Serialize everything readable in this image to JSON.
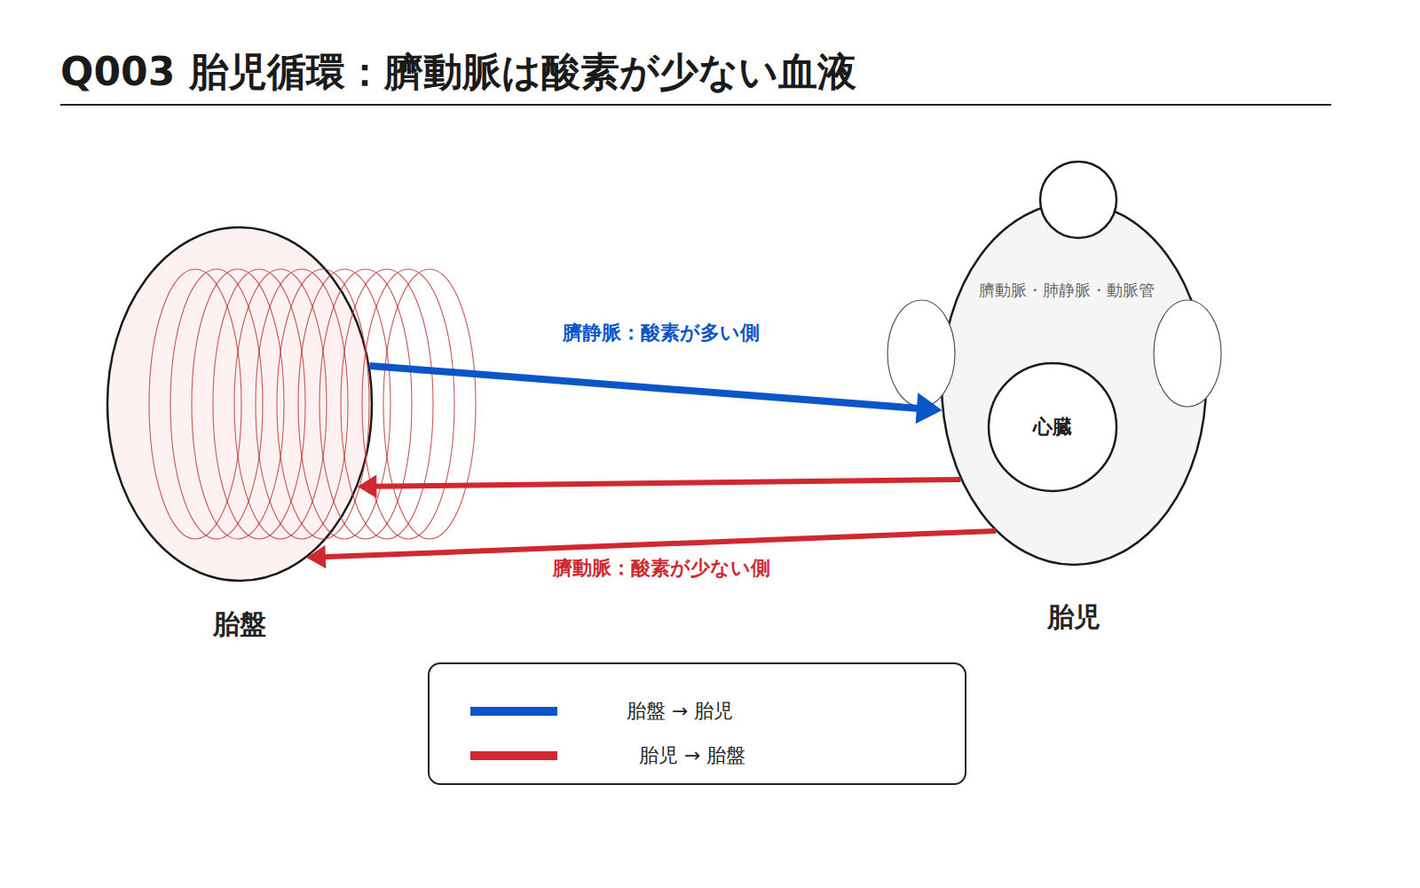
{
  "diagram": {
    "title": "Q003 胎児循環：臍動脈は酸素が少ない血液",
    "nodes": [
      {
        "text": [
          "胎盤"
        ]
      },
      {
        "text": [
          "胎児",
          "臍動脈・肺静脈・動脈管"
        ]
      },
      {
        "text": [
          "心臓"
        ],
        "in": 1
      }
    ],
    "edges": [
      {
        "from": 0,
        "to": 1,
        "arrow": "to",
        "label": "臍静脈：酸素が多い側"
      },
      {
        "from": 1,
        "to": 0,
        "arrow": "to"
      },
      {
        "from": 1,
        "to": 0,
        "arrow": "to",
        "label": "臍動脈：酸素が少ない側"
      }
    ],
    "legend": [
      {
        "text": "胎盤 → 胎児",
        "color": "#0a55c8"
      },
      {
        "text": "胎児 → 胎盤",
        "color": "#d0282e"
      }
    ]
  }
}
